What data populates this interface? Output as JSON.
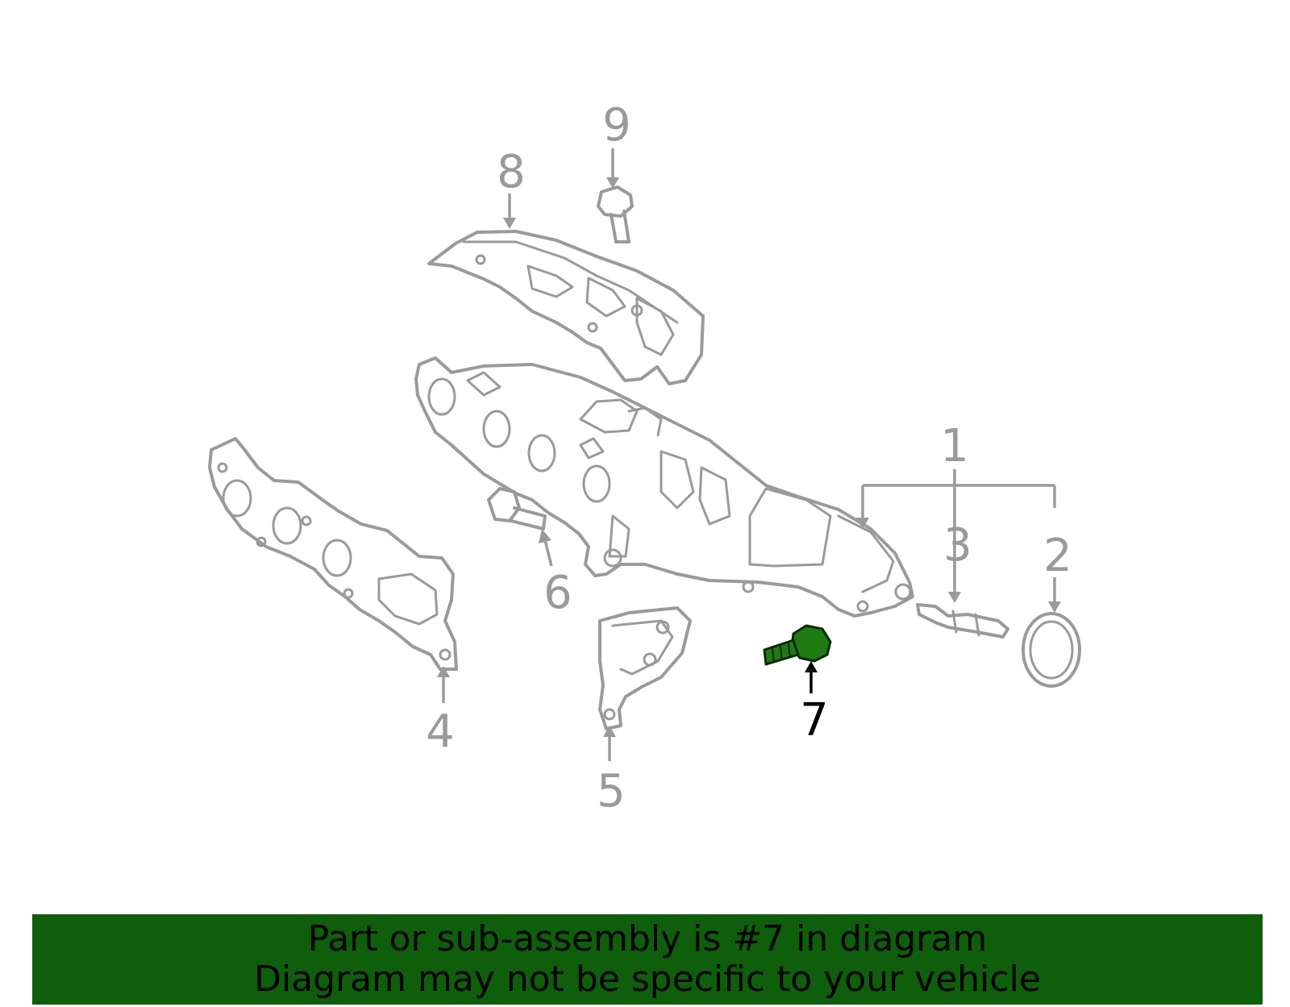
{
  "colors": {
    "line_art": "#9a9a9a",
    "highlight_part": "#1f7a14",
    "banner_background": "#0f5e0c",
    "banner_text": "#000000",
    "active_callout": "#000000"
  },
  "diagram": {
    "highlighted_callout": "7",
    "callouts": [
      {
        "id": "1",
        "label": "1"
      },
      {
        "id": "2",
        "label": "2"
      },
      {
        "id": "3",
        "label": "3"
      },
      {
        "id": "4",
        "label": "4"
      },
      {
        "id": "5",
        "label": "5"
      },
      {
        "id": "6",
        "label": "6"
      },
      {
        "id": "7",
        "label": "7"
      },
      {
        "id": "8",
        "label": "8"
      },
      {
        "id": "9",
        "label": "9"
      }
    ]
  },
  "banner": {
    "line1": "Part or sub-assembly is #7 in diagram",
    "line2": "Diagram may not be specific to your vehicle"
  }
}
